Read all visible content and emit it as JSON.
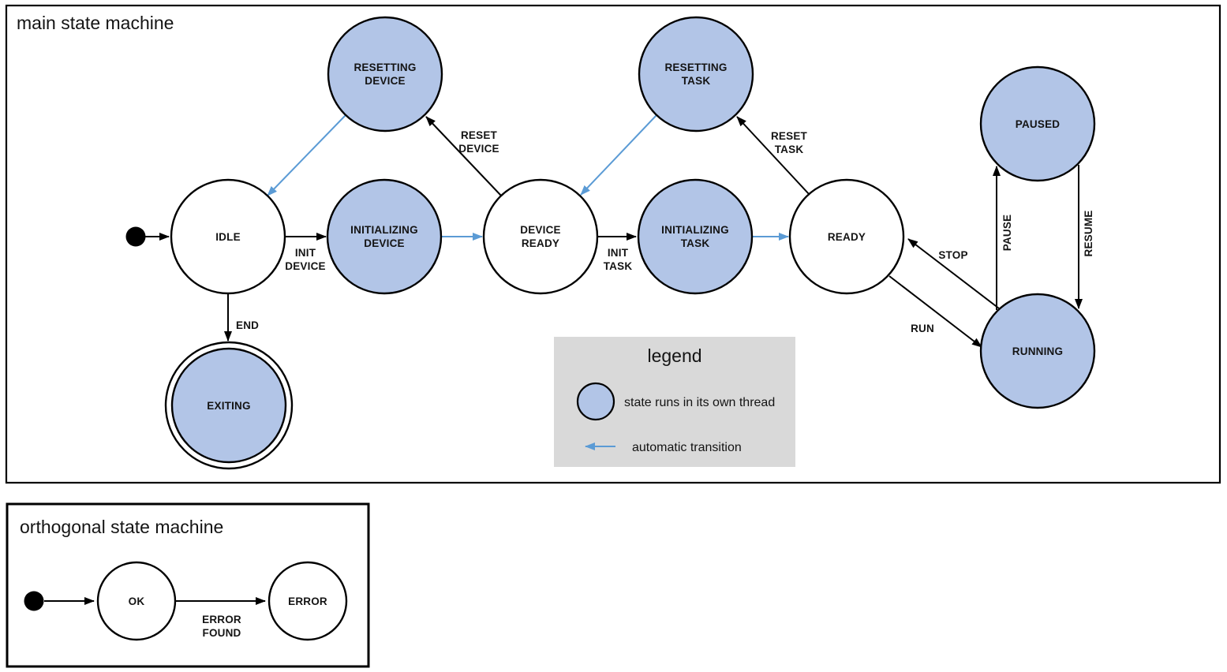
{
  "colors": {
    "thread_fill": "#b2c5e7",
    "state_fill": "#ffffff",
    "stroke": "#000000",
    "auto_arrow": "#5b9bd5",
    "legend_bg": "#d9d9d9",
    "text": "#141414"
  },
  "main_machine": {
    "title": "main state machine",
    "states": {
      "resetting_device": {
        "line1": "RESETTING",
        "line2": "DEVICE",
        "threaded": true
      },
      "idle": {
        "line1": "IDLE",
        "threaded": false
      },
      "initializing_device": {
        "line1": "INITIALIZING",
        "line2": "DEVICE",
        "threaded": true
      },
      "device_ready": {
        "line1": "DEVICE",
        "line2": "READY",
        "threaded": false
      },
      "resetting_task": {
        "line1": "RESETTING",
        "line2": "TASK",
        "threaded": true
      },
      "initializing_task": {
        "line1": "INITIALIZING",
        "line2": "TASK",
        "threaded": true
      },
      "ready": {
        "line1": "READY",
        "threaded": false
      },
      "paused": {
        "line1": "PAUSED",
        "threaded": true
      },
      "running": {
        "line1": "RUNNING",
        "threaded": true
      },
      "exiting": {
        "line1": "EXITING",
        "threaded": true,
        "final": true
      }
    },
    "transitions": {
      "init_device": {
        "line1": "INIT",
        "line2": "DEVICE"
      },
      "reset_device": {
        "line1": "RESET",
        "line2": "DEVICE"
      },
      "end": {
        "line1": "END"
      },
      "init_task": {
        "line1": "INIT",
        "line2": "TASK"
      },
      "reset_task": {
        "line1": "RESET",
        "line2": "TASK"
      },
      "run": {
        "line1": "RUN"
      },
      "stop": {
        "line1": "STOP"
      },
      "pause": {
        "line1": "PAUSE"
      },
      "resume": {
        "line1": "RESUME"
      }
    }
  },
  "legend": {
    "title": "legend",
    "thread_label": "state runs in its own thread",
    "auto_label": "automatic transition"
  },
  "orthogonal_machine": {
    "title": "orthogonal state machine",
    "states": {
      "ok": {
        "line1": "OK"
      },
      "error": {
        "line1": "ERROR"
      }
    },
    "transitions": {
      "error_found": {
        "line1": "ERROR",
        "line2": "FOUND"
      }
    }
  }
}
